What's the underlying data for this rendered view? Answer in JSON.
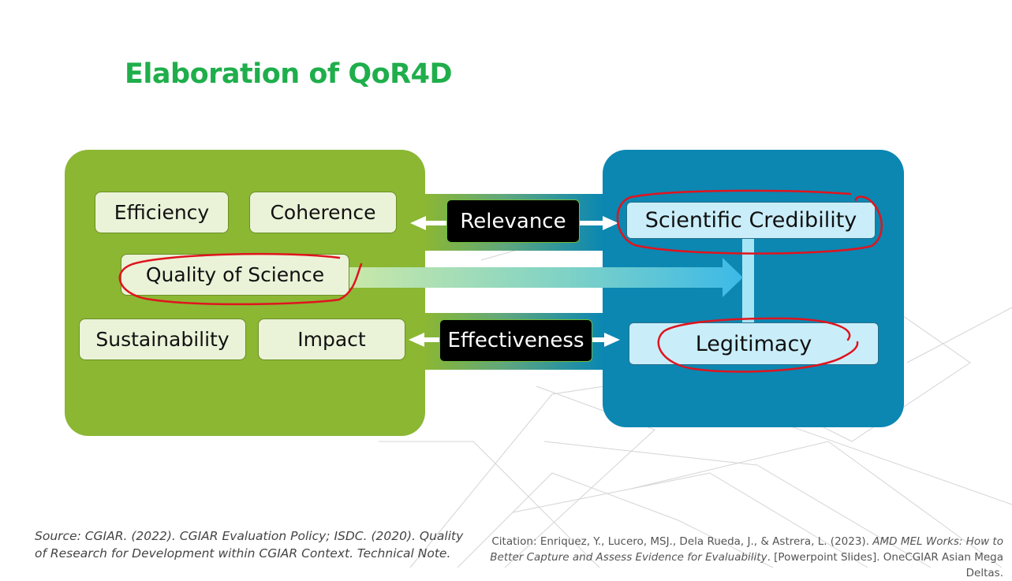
{
  "title": "Elaboration of QoR4D",
  "left_panel": {
    "items": [
      "Efficiency",
      "Coherence",
      "Quality of Science",
      "Sustainability",
      "Impact"
    ]
  },
  "connectors": {
    "top": "Relevance",
    "bottom": "Effectiveness"
  },
  "right_panel": {
    "items": [
      "Scientific Credibility",
      "Legitimacy"
    ]
  },
  "footer": {
    "source": "Source: CGIAR. (2022). CGIAR Evaluation Policy; ISDC. (2020). Quality of Research for Development within CGIAR Context. Technical Note.",
    "citation_prefix": "Citation: Enriquez, Y., Lucero, MSJ.,  Dela  Rueda, J., & Astrera, L. (2023). ",
    "citation_title": "AMD MEL Works: How to Better Capture and Assess Evidence for Evaluability",
    "citation_suffix": ". [Powerpoint Slides]. OneCGIAR Asian Mega Deltas."
  },
  "colors": {
    "title": "#1fae4b",
    "left_panel": "#8bb733",
    "right_panel": "#0b87b2",
    "annotation": "#e0141e"
  }
}
